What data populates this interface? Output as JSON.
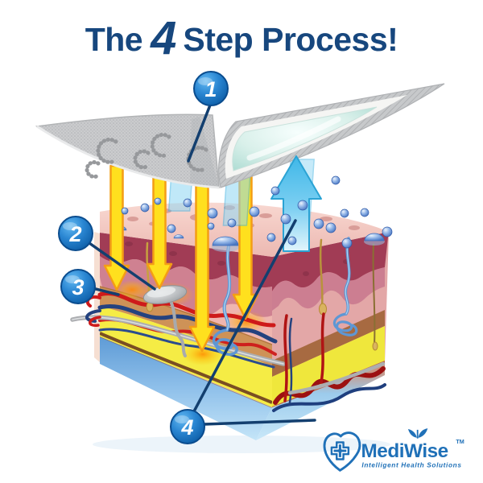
{
  "title": {
    "prefix": "The",
    "number": "4",
    "suffix": "Step Process!"
  },
  "badges": [
    {
      "label": "1"
    },
    {
      "label": "2"
    },
    {
      "label": "3"
    },
    {
      "label": "4"
    }
  ],
  "logo": {
    "brand": "MediWise",
    "tm": "TM",
    "tagline": "Intelligent Health Solutions"
  },
  "colors": {
    "title_navy": "#17477E",
    "badge_blue_light": "#63B9F2",
    "badge_blue_dark": "#0857A0",
    "leader_line": "#133F6F",
    "arrow_yellow": "#FFE01E",
    "arrow_orange_outline": "#F49D15",
    "arrow_cyan": "#45BCE9",
    "patch_gray": "#CBCCCE",
    "pad_teal": "#D9F0EA",
    "skin_pink": "#EFB5AF",
    "epidermis_maroon": "#A13C55",
    "fat_yellow": "#F5EC45",
    "base_blue": "#5E9BD6",
    "vessel_red": "#CE1A1A",
    "vessel_blue": "#24427F",
    "nerve_gray": "#ACAEB1",
    "logo_blue": "#2071B8"
  }
}
